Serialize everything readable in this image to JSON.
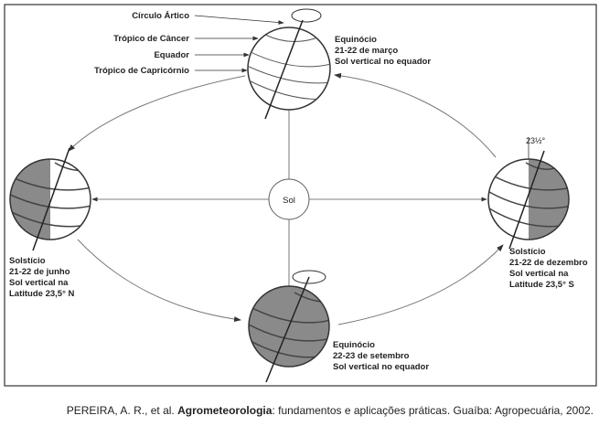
{
  "diagram": {
    "labels_left": [
      "Círculo Ártico",
      "Trópico de Câncer",
      "Equador",
      "Trópico de Capricórnio"
    ],
    "sun": "Sol",
    "angle": "23½°",
    "march": [
      "Equinócio",
      "21-22 de março",
      "Sol vertical no equador"
    ],
    "june": [
      "Solstício",
      "21-22 de junho",
      "Sol vertical na",
      "Latitude 23,5° N"
    ],
    "september": [
      "Equinócio",
      "22-23 de setembro",
      "Sol vertical no equador"
    ],
    "december": [
      "Solstício",
      "21-22 de dezembro",
      "Sol vertical na",
      "Latitude 23,5° S"
    ]
  },
  "caption": {
    "authors": "PEREIRA, A. R., et al. ",
    "title": "Agrometeorologia",
    "rest": ": fundamentos e aplicações práticas. Guaíba: Agropecuária, 2002."
  },
  "colors": {
    "shade": "#8a8a8a",
    "line": "#333333"
  }
}
